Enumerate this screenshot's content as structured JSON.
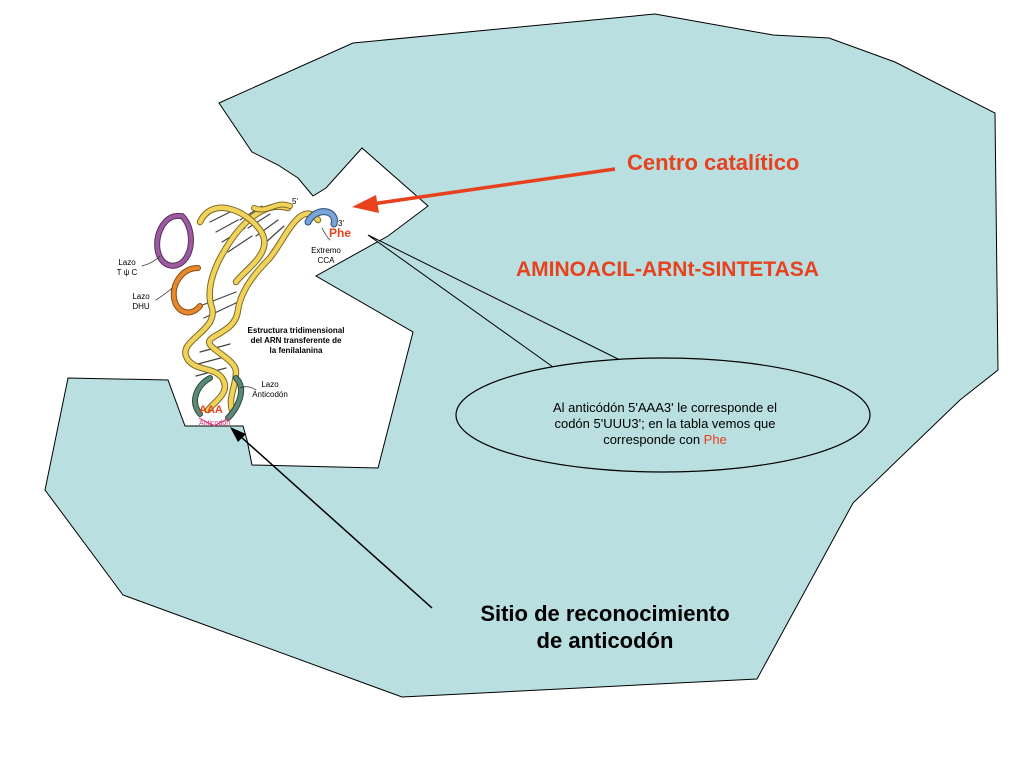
{
  "enzyme": {
    "name": "AMINOACIL-ARNt-SINTETASA",
    "body_color": "#b9dfe1",
    "accent_color": "#e8411e"
  },
  "catalytic_center": {
    "label": "Centro catalítico"
  },
  "recognition_site": {
    "line1": "Sitio de reconocimiento",
    "line2": "de anticodón"
  },
  "trna": {
    "five_prime": "5'",
    "three_prime": "3'",
    "amino_acid": "Phe",
    "cca_label_1": "Extremo",
    "cca_label_2": "CCA",
    "tpsic_label_1": "Lazo",
    "tpsic_label_2": "T ψ C",
    "dhu_label_1": "Lazo",
    "dhu_label_2": "DHU",
    "structure_caption_1": "Estructura tridimensional",
    "structure_caption_2": "del ARN transferente de",
    "structure_caption_3": "la fenilalanina",
    "anticodon_loop_label_1": "Lazo",
    "anticodon_loop_label_2": "Anticodón",
    "anticodon_bases": "AAA",
    "anticodon_word": "Anticodón"
  },
  "speech_bubble": {
    "line1": "Al anticódón 5'AAA3' le corresponde el",
    "line2": "codón 5'UUU3'; en la tabla vemos que",
    "line3_prefix": "corresponde con ",
    "line3_highlight": "Phe"
  }
}
